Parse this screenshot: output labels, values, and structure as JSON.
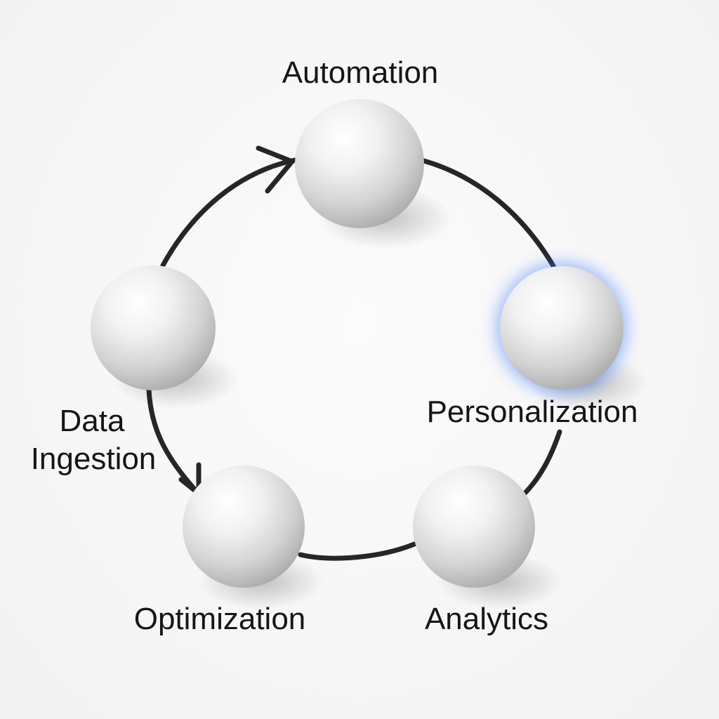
{
  "diagram": {
    "nodes": [
      {
        "id": "automation",
        "label": "Automation",
        "highlighted": false
      },
      {
        "id": "personalization",
        "label": "Personalization",
        "highlighted": true
      },
      {
        "id": "analytics",
        "label": "Analytics",
        "highlighted": false
      },
      {
        "id": "optimization",
        "label": "Optimization",
        "highlighted": false
      },
      {
        "id": "data-ingestion",
        "label_lines": [
          "Data",
          "Ingestion"
        ],
        "highlighted": false
      }
    ],
    "colors": {
      "background": "#f7f7f7",
      "ring": "#262626",
      "sphere": "#e8e8e8",
      "label": "#161616",
      "highlight_glow": "#3d7bff"
    }
  }
}
